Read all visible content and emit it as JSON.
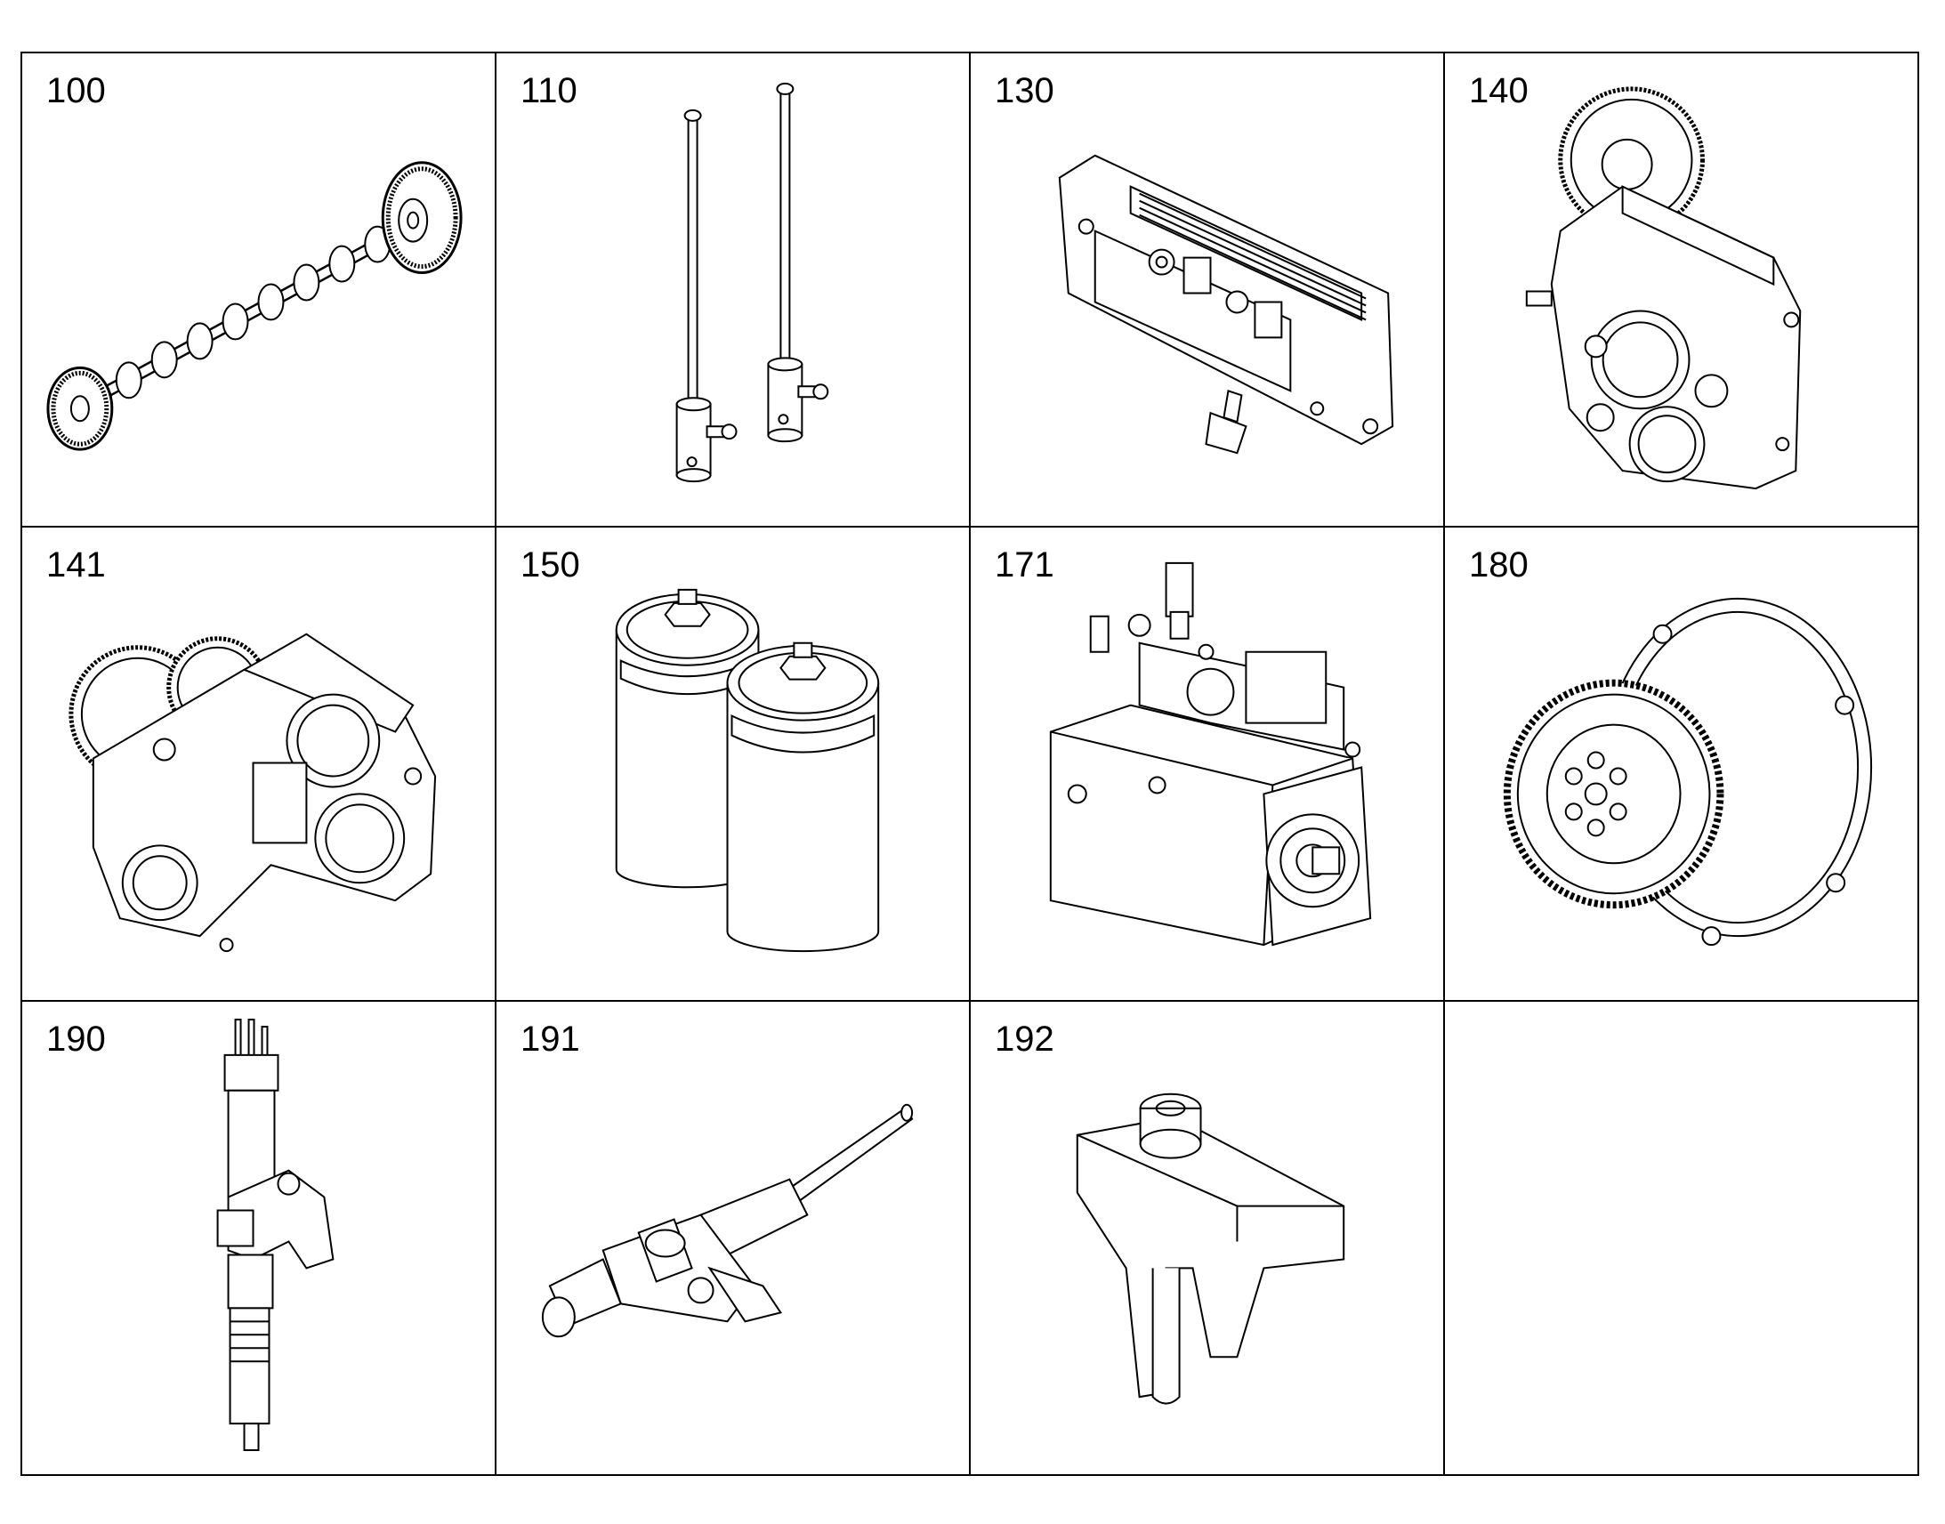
{
  "catalog": {
    "parts": [
      {
        "number": "100",
        "icon": "camshaft-icon"
      },
      {
        "number": "110",
        "icon": "push-rod-tappet-icon"
      },
      {
        "number": "130",
        "icon": "cylinder-head-cover-icon"
      },
      {
        "number": "140",
        "icon": "gear-housing-icon"
      },
      {
        "number": "141",
        "icon": "oil-pump-icon"
      },
      {
        "number": "150",
        "icon": "filter-cartridge-icon"
      },
      {
        "number": "171",
        "icon": "fuel-pump-icon"
      },
      {
        "number": "180",
        "icon": "water-pump-gear-icon"
      },
      {
        "number": "190",
        "icon": "injector-icon"
      },
      {
        "number": "191",
        "icon": "injector-line-icon"
      },
      {
        "number": "192",
        "icon": "clamp-fork-icon"
      },
      {
        "number": "",
        "icon": ""
      }
    ]
  }
}
